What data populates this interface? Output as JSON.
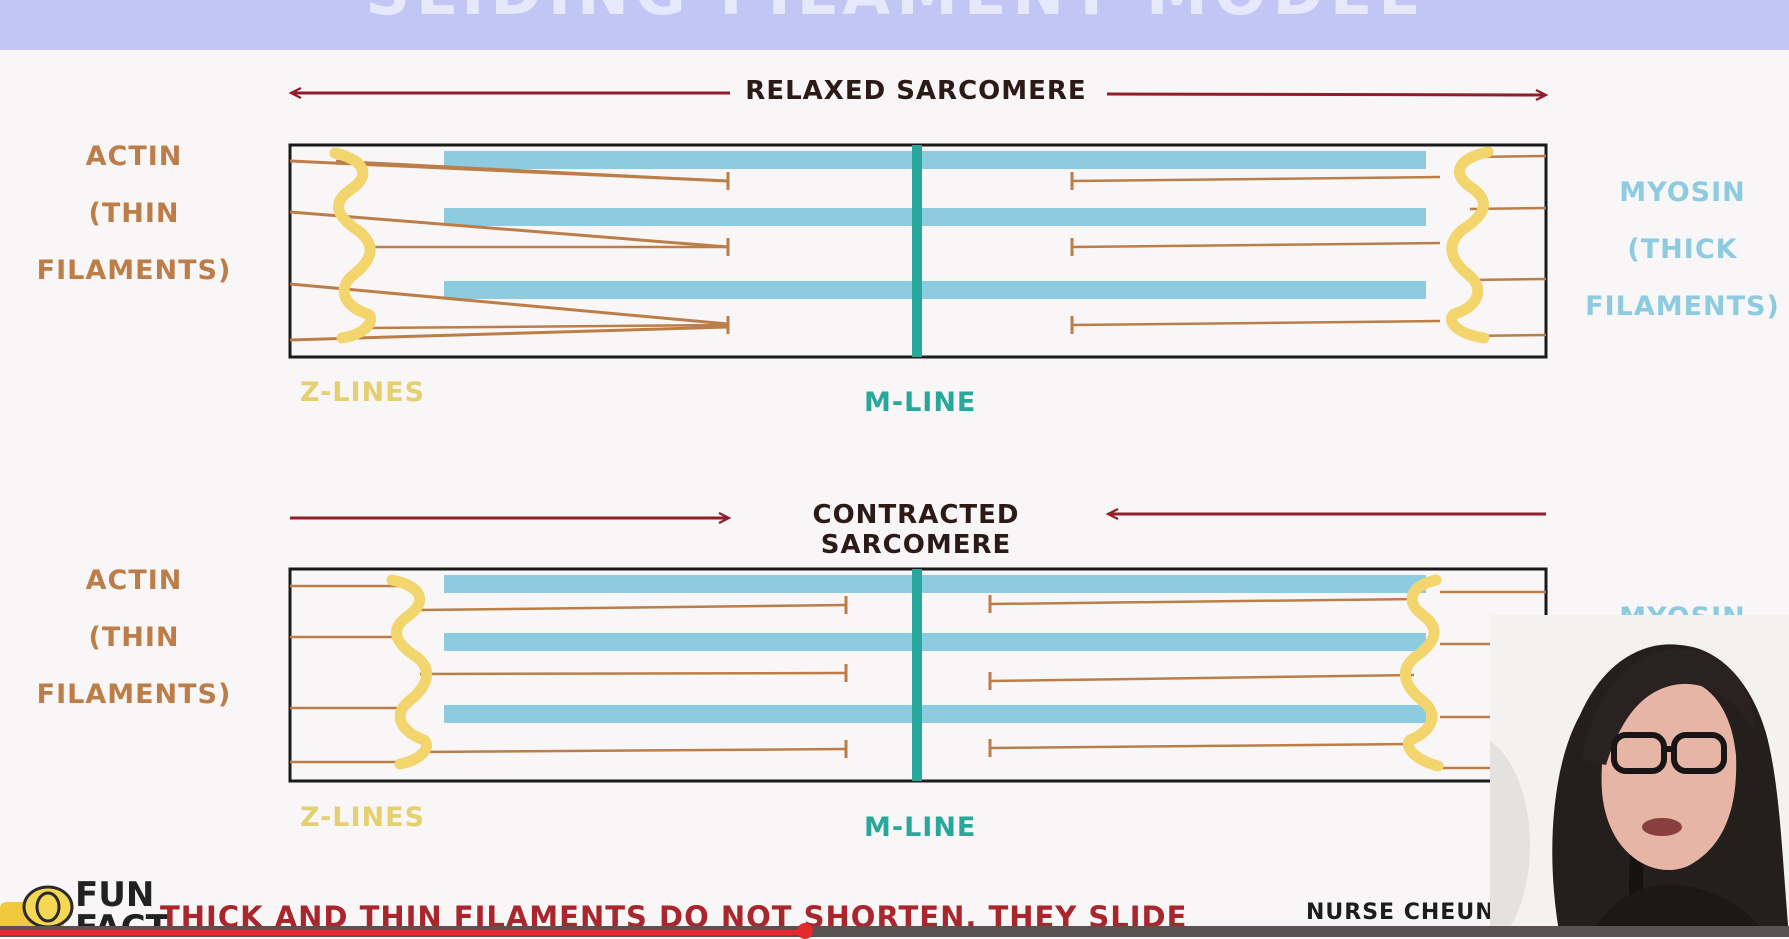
{
  "slide": {
    "title": "SLIDING FILAMENT MODEL"
  },
  "relaxed": {
    "title": "RELAXED SARCOMERE",
    "actin_label": [
      "ACTIN",
      "(THIN",
      "FILAMENTS)"
    ],
    "myosin_label": [
      "MYOSIN",
      "(THICK",
      "FILAMENTS)"
    ],
    "z_lines_label": "Z-LINES",
    "m_line_label": "M-LINE"
  },
  "contracted": {
    "title": "CONTRACTED SARCOMERE",
    "actin_label": [
      "ACTIN",
      "(THIN",
      "FILAMENTS)"
    ],
    "myosin_label": [
      "MYOSIN",
      "",
      "",
      ")"
    ],
    "z_lines_label": "Z-LINES",
    "m_line_label": "M-LINE"
  },
  "fun_fact": {
    "badge": [
      "FUN",
      "FACT"
    ],
    "text": "THICK AND THIN FILAMENTS DO NOT SHORTEN, THEY SLIDE"
  },
  "presenter": {
    "name": "NURSE CHEUNG"
  },
  "video": {
    "progress_fraction": 0.45
  },
  "colors": {
    "title_band": "#c1c6f4",
    "actin": "#bd7d48",
    "myosin": "#8ccbe0",
    "z_line": "#f3d56e",
    "m_line": "#27a89a",
    "arrow": "#8f1e2a",
    "progress": "#e22b2b"
  },
  "icons": [
    "scroll-icon"
  ]
}
